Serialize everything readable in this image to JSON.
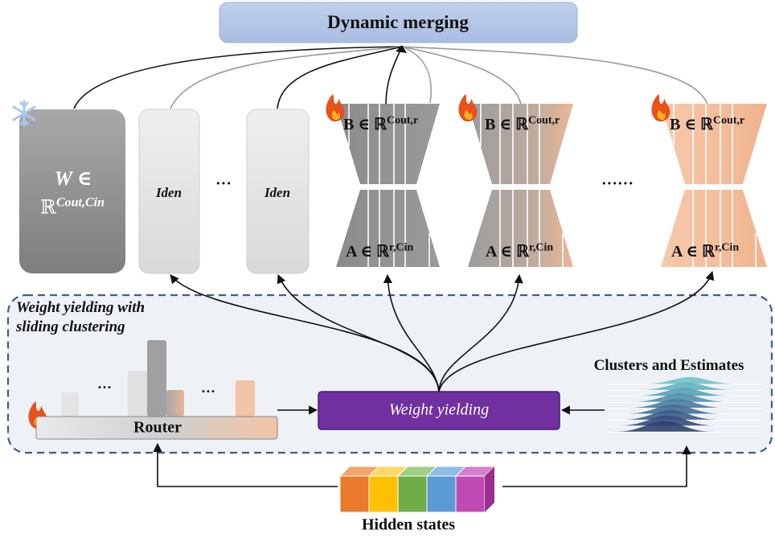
{
  "header": {
    "title": "Dynamic merging"
  },
  "frozen": {
    "line1": "W ∈",
    "line2_base": "ℝ",
    "line2_sup": "Cout,Cin"
  },
  "identity": {
    "label": "Iden",
    "ellipsis": "···"
  },
  "lora": {
    "b_label": "B ∈ ℝ",
    "b_sup": "Cout,r",
    "a_label": "A ∈ ℝ",
    "a_sup": "r,Cin",
    "ellipsis": "······"
  },
  "section": {
    "title_line1": "Weight yielding with",
    "title_line2": "sliding clustering"
  },
  "router": {
    "label": "Router",
    "ellipsis_1": "···",
    "ellipsis_2": "···"
  },
  "yield": {
    "label": "Weight yielding"
  },
  "clusters": {
    "title": "Clusters and Estimates"
  },
  "hidden": {
    "label": "Hidden states"
  },
  "colors": {
    "header_fill": "#b3c6e7",
    "frozen_gray": "#8f8f8f",
    "iden_fill": "#e6e6e6",
    "peach": "#f4c0a0",
    "purple": "#7030a0",
    "panel": "#eef1f6",
    "dash": "#3d5f8a"
  },
  "icons": [
    "snowflake-icon",
    "flame-icon"
  ]
}
